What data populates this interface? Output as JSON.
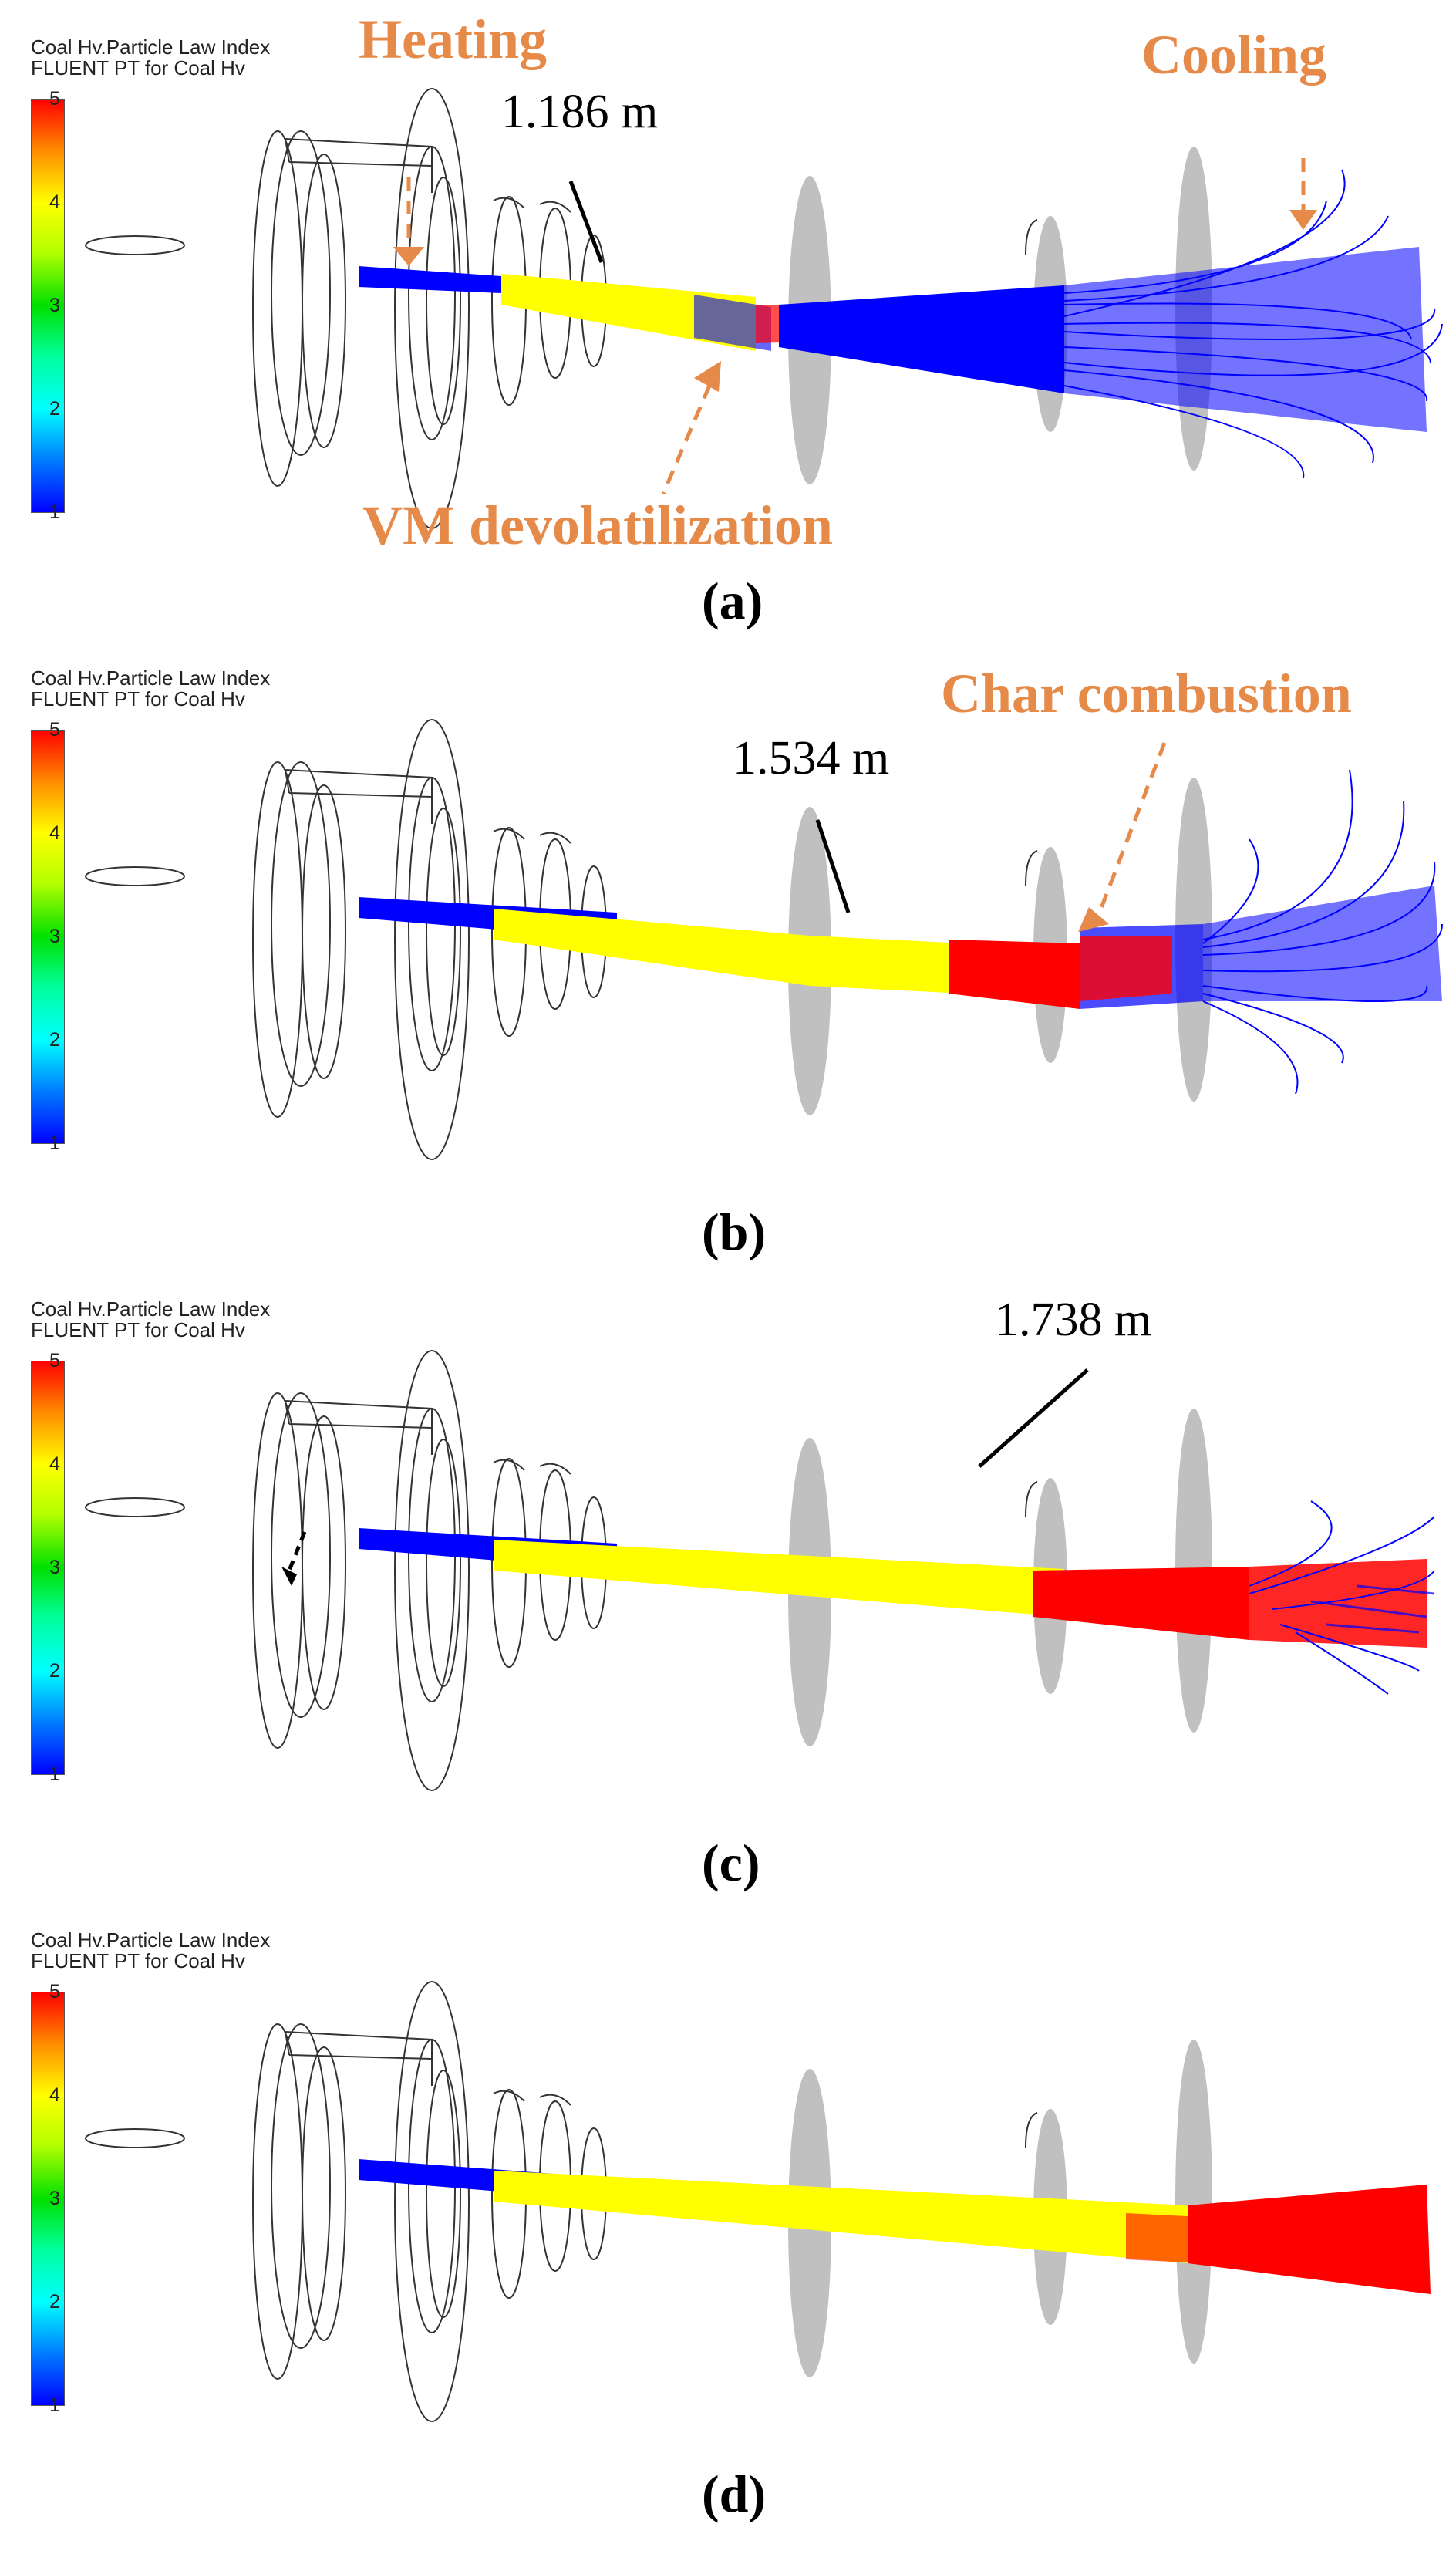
{
  "legend": {
    "title_line1": "Coal Hv.Particle Law Index",
    "title_line2": "FLUENT PT for Coal Hv",
    "ticks": [
      "5",
      "4",
      "3",
      "2",
      "1"
    ]
  },
  "colors": {
    "law_1": "#0000ff",
    "law_4": "#ffff00",
    "law_5": "#ff0000",
    "annotation": "#e68a4a",
    "disk": "#c0c0c0"
  },
  "panels": [
    {
      "caption": "(a)",
      "distance": "1.186 m",
      "annotations": [
        "Heating",
        "Cooling",
        "VM devolatilization"
      ]
    },
    {
      "caption": "(b)",
      "distance": "1.534 m",
      "annotations": [
        "Char combustion"
      ]
    },
    {
      "caption": "(c)",
      "distance": "1.738 m",
      "annotations": []
    },
    {
      "caption": "(d)",
      "distance": "",
      "annotations": []
    }
  ]
}
